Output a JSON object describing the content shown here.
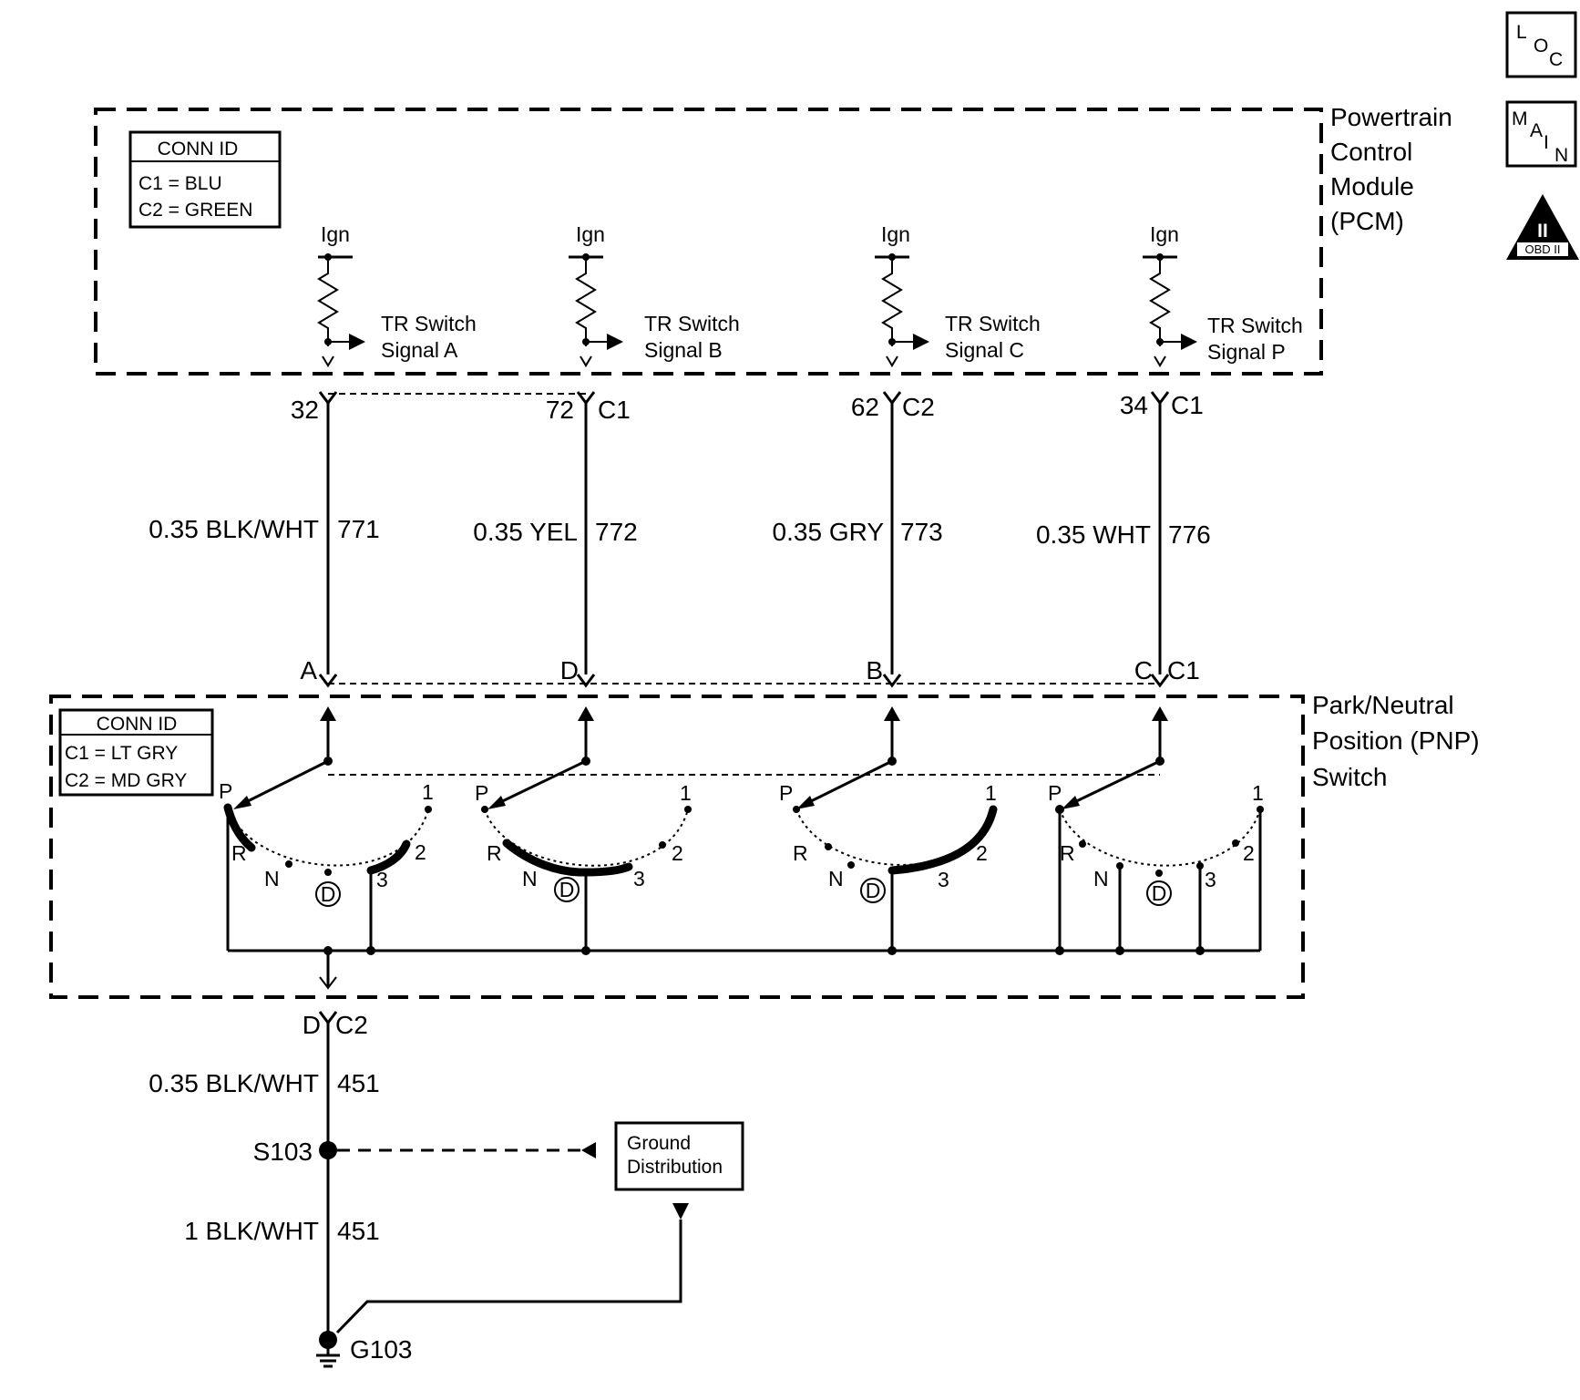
{
  "badges": {
    "loc": [
      "L",
      "O",
      "C"
    ],
    "main": [
      "M",
      "A",
      "I",
      "N"
    ],
    "obd_numeral": "II",
    "obd_label": "OBD II"
  },
  "pcm": {
    "title_lines": [
      "Powertrain",
      "Control",
      "Module",
      "(PCM)"
    ],
    "conn_title": "CONN ID",
    "conn_lines": [
      "C1 = BLU",
      "C2 = GREEN"
    ],
    "ign_label": "Ign"
  },
  "pnp": {
    "title_lines": [
      "Park/Neutral",
      "Position (PNP)",
      "Switch"
    ],
    "conn_title": "CONN ID",
    "conn_lines": [
      "C1 = LT GRY",
      "C2 = MD GRY"
    ]
  },
  "circuits": [
    {
      "signal_lines": [
        "TR Switch",
        "Signal A"
      ],
      "pcm_pin": "32",
      "pcm_conn": "",
      "wire": "0.35 BLK/WHT",
      "circuit": "771",
      "pnp_pin": "A",
      "pnp_conn": ""
    },
    {
      "signal_lines": [
        "TR Switch",
        "Signal B"
      ],
      "pcm_pin": "72",
      "pcm_conn": "C1",
      "wire": "0.35 YEL",
      "circuit": "772",
      "pnp_pin": "D",
      "pnp_conn": ""
    },
    {
      "signal_lines": [
        "TR Switch",
        "Signal C"
      ],
      "pcm_pin": "62",
      "pcm_conn": "C2",
      "wire": "0.35 GRY",
      "circuit": "773",
      "pnp_pin": "B",
      "pnp_conn": ""
    },
    {
      "signal_lines": [
        "TR Switch",
        "Signal P"
      ],
      "pcm_pin": "34",
      "pcm_conn": "C1",
      "wire": "0.35 WHT",
      "circuit": "776",
      "pnp_pin": "C",
      "pnp_conn": "C1"
    }
  ],
  "switch_positions": {
    "p": "P",
    "r": "R",
    "n": "N",
    "d": "D",
    "three": "3",
    "two": "2",
    "one": "1"
  },
  "ground": {
    "pnp_pin": "D",
    "pnp_conn": "C2",
    "wire1": "0.35 BLK/WHT",
    "circuit1": "451",
    "splice": "S103",
    "wire2": "1 BLK/WHT",
    "circuit2": "451",
    "ground_point": "G103",
    "distribution_lines": [
      "Ground",
      "Distribution"
    ]
  }
}
